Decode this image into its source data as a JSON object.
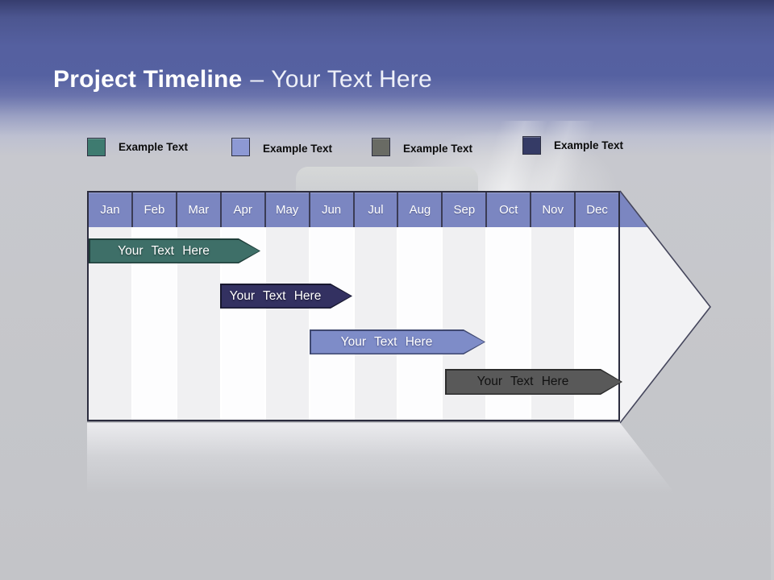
{
  "slide": {
    "title": {
      "main": "Project Timeline",
      "separator": "–",
      "subtitle": "Your Text Here"
    }
  },
  "legend": {
    "items": [
      {
        "label": "Example Text",
        "color": "#3e7b70"
      },
      {
        "label": "Example Text",
        "color": "#8d99d4"
      },
      {
        "label": "Example Text",
        "color": "#696b64"
      },
      {
        "label": "Example Text",
        "color": "#353b66"
      }
    ]
  },
  "timeline": {
    "header_color": "#7b86c1",
    "months": [
      "Jan",
      "Feb",
      "Mar",
      "Apr",
      "May",
      "Jun",
      "Jul",
      "Aug",
      "Sep",
      "Oct",
      "Nov",
      "Dec"
    ],
    "bars": [
      {
        "label": "Your Text Here",
        "color": "#3e6f68",
        "text_color": "#ffffff",
        "span": "Jan–Apr"
      },
      {
        "label": "Your Text Here",
        "color": "#333161",
        "text_color": "#ffffff",
        "span": "Apr–Jun"
      },
      {
        "label": "Your Text Here",
        "color": "#7e8cc8",
        "text_color": "#ffffff",
        "span": "Jun–Sep"
      },
      {
        "label": "Your Text Here",
        "color": "#595959",
        "text_color": "#111111",
        "span": "Sep–Dec"
      }
    ]
  }
}
